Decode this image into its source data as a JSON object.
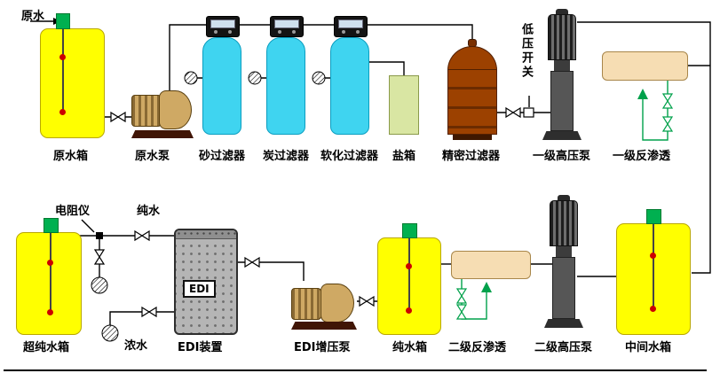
{
  "labels": {
    "raw_water": "原水",
    "raw_water_tank": "原水箱",
    "raw_water_pump": "原水泵",
    "sand_filter": "砂过滤器",
    "carbon_filter": "炭过滤器",
    "softener_filter": "软化过滤器",
    "salt_tank": "盐箱",
    "precision_filter": "精密过滤器",
    "low_pressure_switch": "低压开关",
    "stage1_hp_pump": "一级高压泵",
    "stage1_ro": "一级反渗透",
    "ultrapure_tank": "超纯水箱",
    "resistivity_meter": "电阻仪",
    "pure_water": "纯水",
    "concentrate_water": "浓水",
    "edi_unit": "EDI装置",
    "edi_text": "EDI",
    "edi_booster_pump": "EDI增压泵",
    "pure_water_tank": "纯水箱",
    "stage2_ro": "二级反渗透",
    "stage2_hp_pump": "二级高压泵",
    "intermediate_tank": "中间水箱"
  },
  "colors": {
    "tank_body": "#ffff00",
    "tank_cap": "#00b050",
    "filter_body": "#3fd4f0",
    "pump_body": "#cfa964",
    "salt_tank": "#d9e6a3",
    "precision_filter": "#9c4100",
    "ro_membrane": "#f6ddb3",
    "edi_body": "#b5b5b5",
    "hp_pump": "#565656",
    "pipe": "#000000",
    "recirculation_pipe": "#00a14b",
    "level_dot": "#cc0000"
  }
}
